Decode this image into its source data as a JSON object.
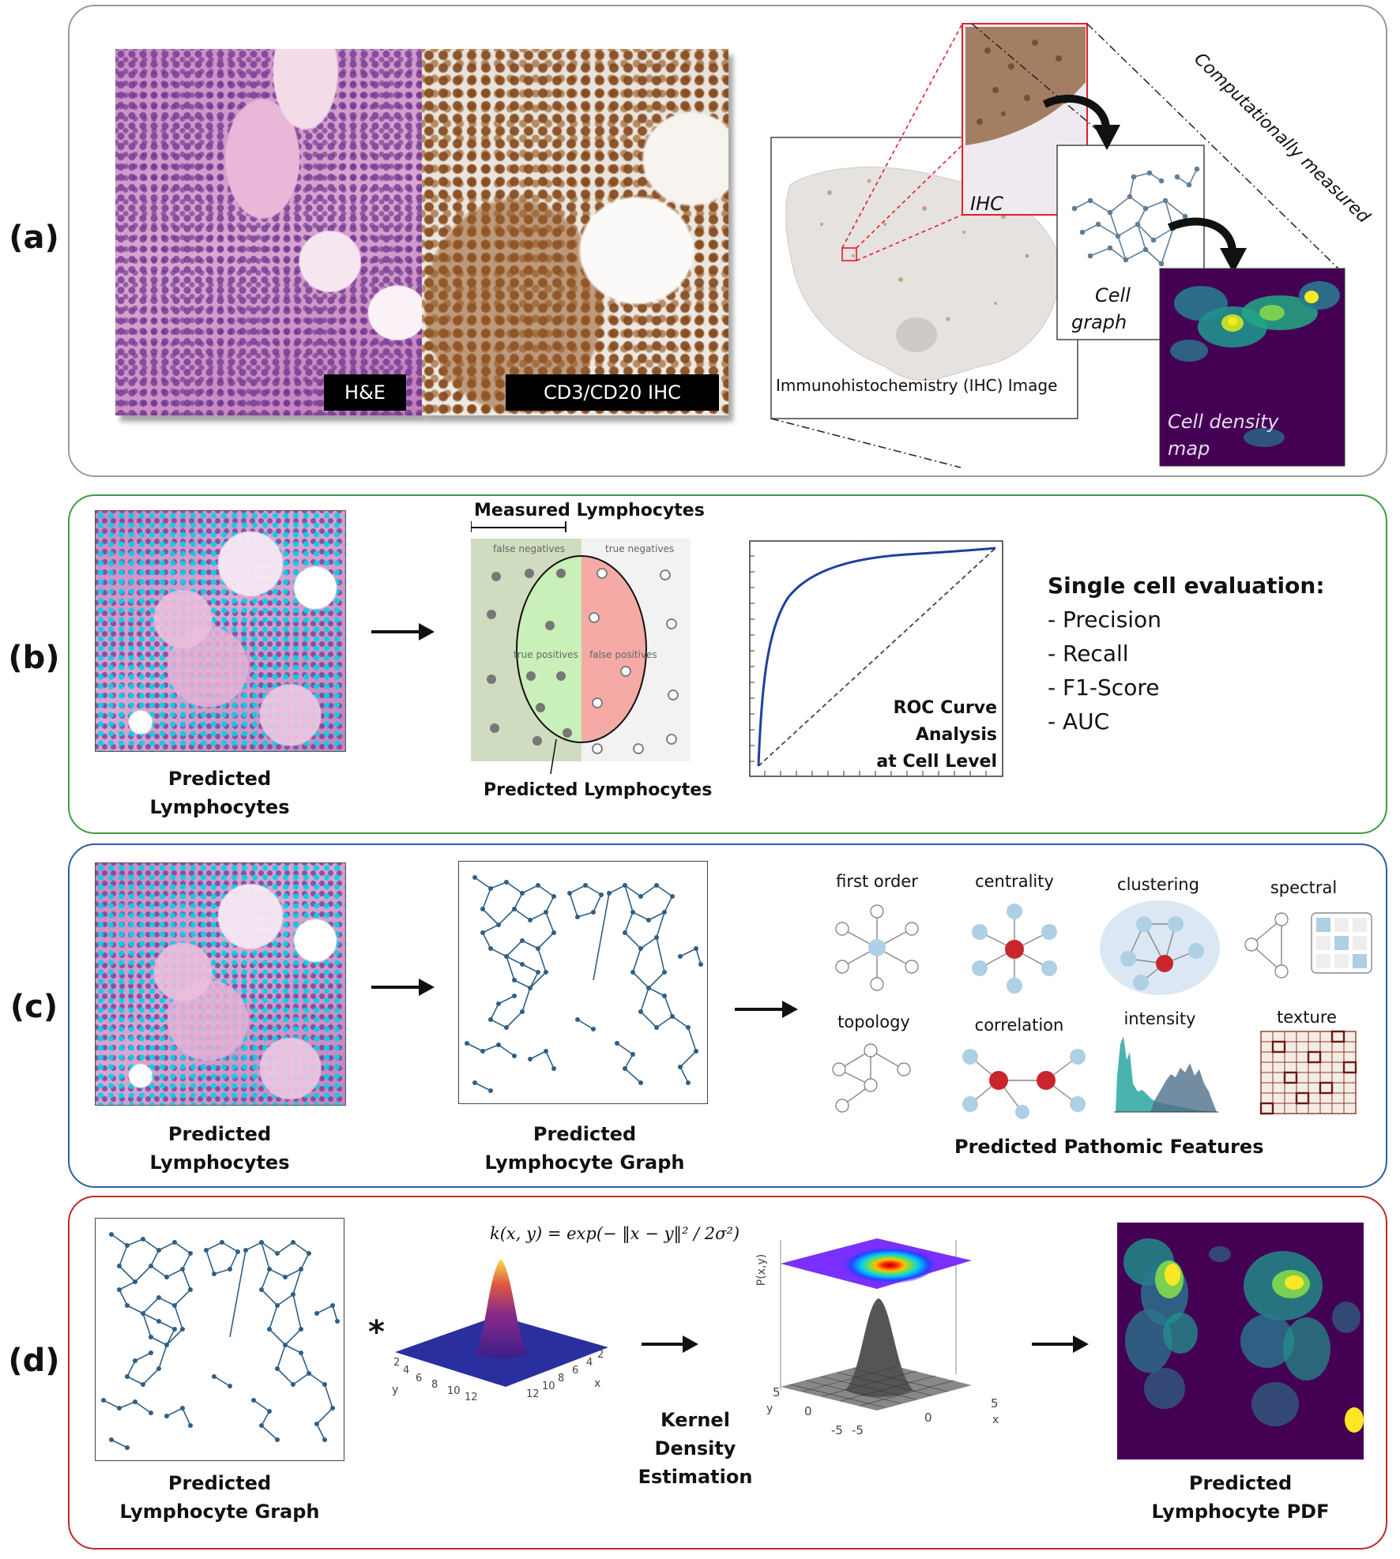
{
  "panel_labels": {
    "a": "(a)",
    "b": "(b)",
    "c": "(c)",
    "d": "(d)"
  },
  "panel_a": {
    "he_tag": "H&E",
    "ihc_tag": "CD3/CD20 IHC",
    "ihc_image_label": "Immunohistochemistry (IHC) Image",
    "ihc_zoom_label": "IHC",
    "cell_graph_line1": "Cell",
    "cell_graph_line2": "graph",
    "density_line1": "Cell density",
    "density_line2": "map",
    "diagonal_text": "Computationally measured"
  },
  "panel_b": {
    "predicted_caption_line1": "Predicted",
    "predicted_caption_line2": "Lymphocytes",
    "measured_title": "Measured Lymphocytes",
    "false_negatives": "false negatives",
    "true_negatives": "true negatives",
    "true_positives": "true positives",
    "false_positives": "false positives",
    "predicted_bottom": "Predicted Lymphocytes",
    "roc_line1": "ROC Curve",
    "roc_line2": "Analysis",
    "roc_line3": "at Cell Level",
    "eval_title": "Single cell evaluation:",
    "eval_items": [
      "- Precision",
      "- Recall",
      "- F1-Score",
      "- AUC"
    ]
  },
  "panel_c": {
    "predicted_caption_line1": "Predicted",
    "predicted_caption_line2": "Lymphocytes",
    "graph_caption_line1": "Predicted",
    "graph_caption_line2": "Lymphocyte Graph",
    "features": {
      "first_order": "first order",
      "centrality": "centrality",
      "clustering": "clustering",
      "spectral": "spectral",
      "topology": "topology",
      "correlation": "correlation",
      "intensity": "intensity",
      "texture": "texture"
    },
    "features_caption": "Predicted Pathomic Features"
  },
  "panel_d": {
    "graph_caption_line1": "Predicted",
    "graph_caption_line2": "Lymphocyte Graph",
    "star": "*",
    "formula": "k(x, y) = exp(− ‖x − y‖² / 2σ²)",
    "kde_line1": "Kernel",
    "kde_line2": "Density Estimation",
    "pdf_caption_line1": "Predicted",
    "pdf_caption_line2": "Lymphocyte PDF",
    "axis_ticks_y": [
      "2",
      "4",
      "6",
      "8",
      "10",
      "12"
    ],
    "axis_ticks_x": [
      "12",
      "10",
      "8",
      "6",
      "4",
      "2"
    ],
    "axis_name_y": "y",
    "axis_name_x": "x",
    "surf_ticks": [
      "5",
      "0",
      "-5",
      "-5",
      "0",
      "5"
    ],
    "surf_axis_p": "P(x,y)",
    "surf_axis_x": "x",
    "surf_axis_y": "y"
  },
  "colors": {
    "panel_a_border": "#9a9a9a",
    "panel_b_border": "#3e9a44",
    "panel_c_border": "#2c5ea0",
    "panel_d_border": "#c0282c",
    "graph_blue": "#2f5f86",
    "density_bg": "#440154",
    "roc_curve": "#1f3fa0"
  }
}
